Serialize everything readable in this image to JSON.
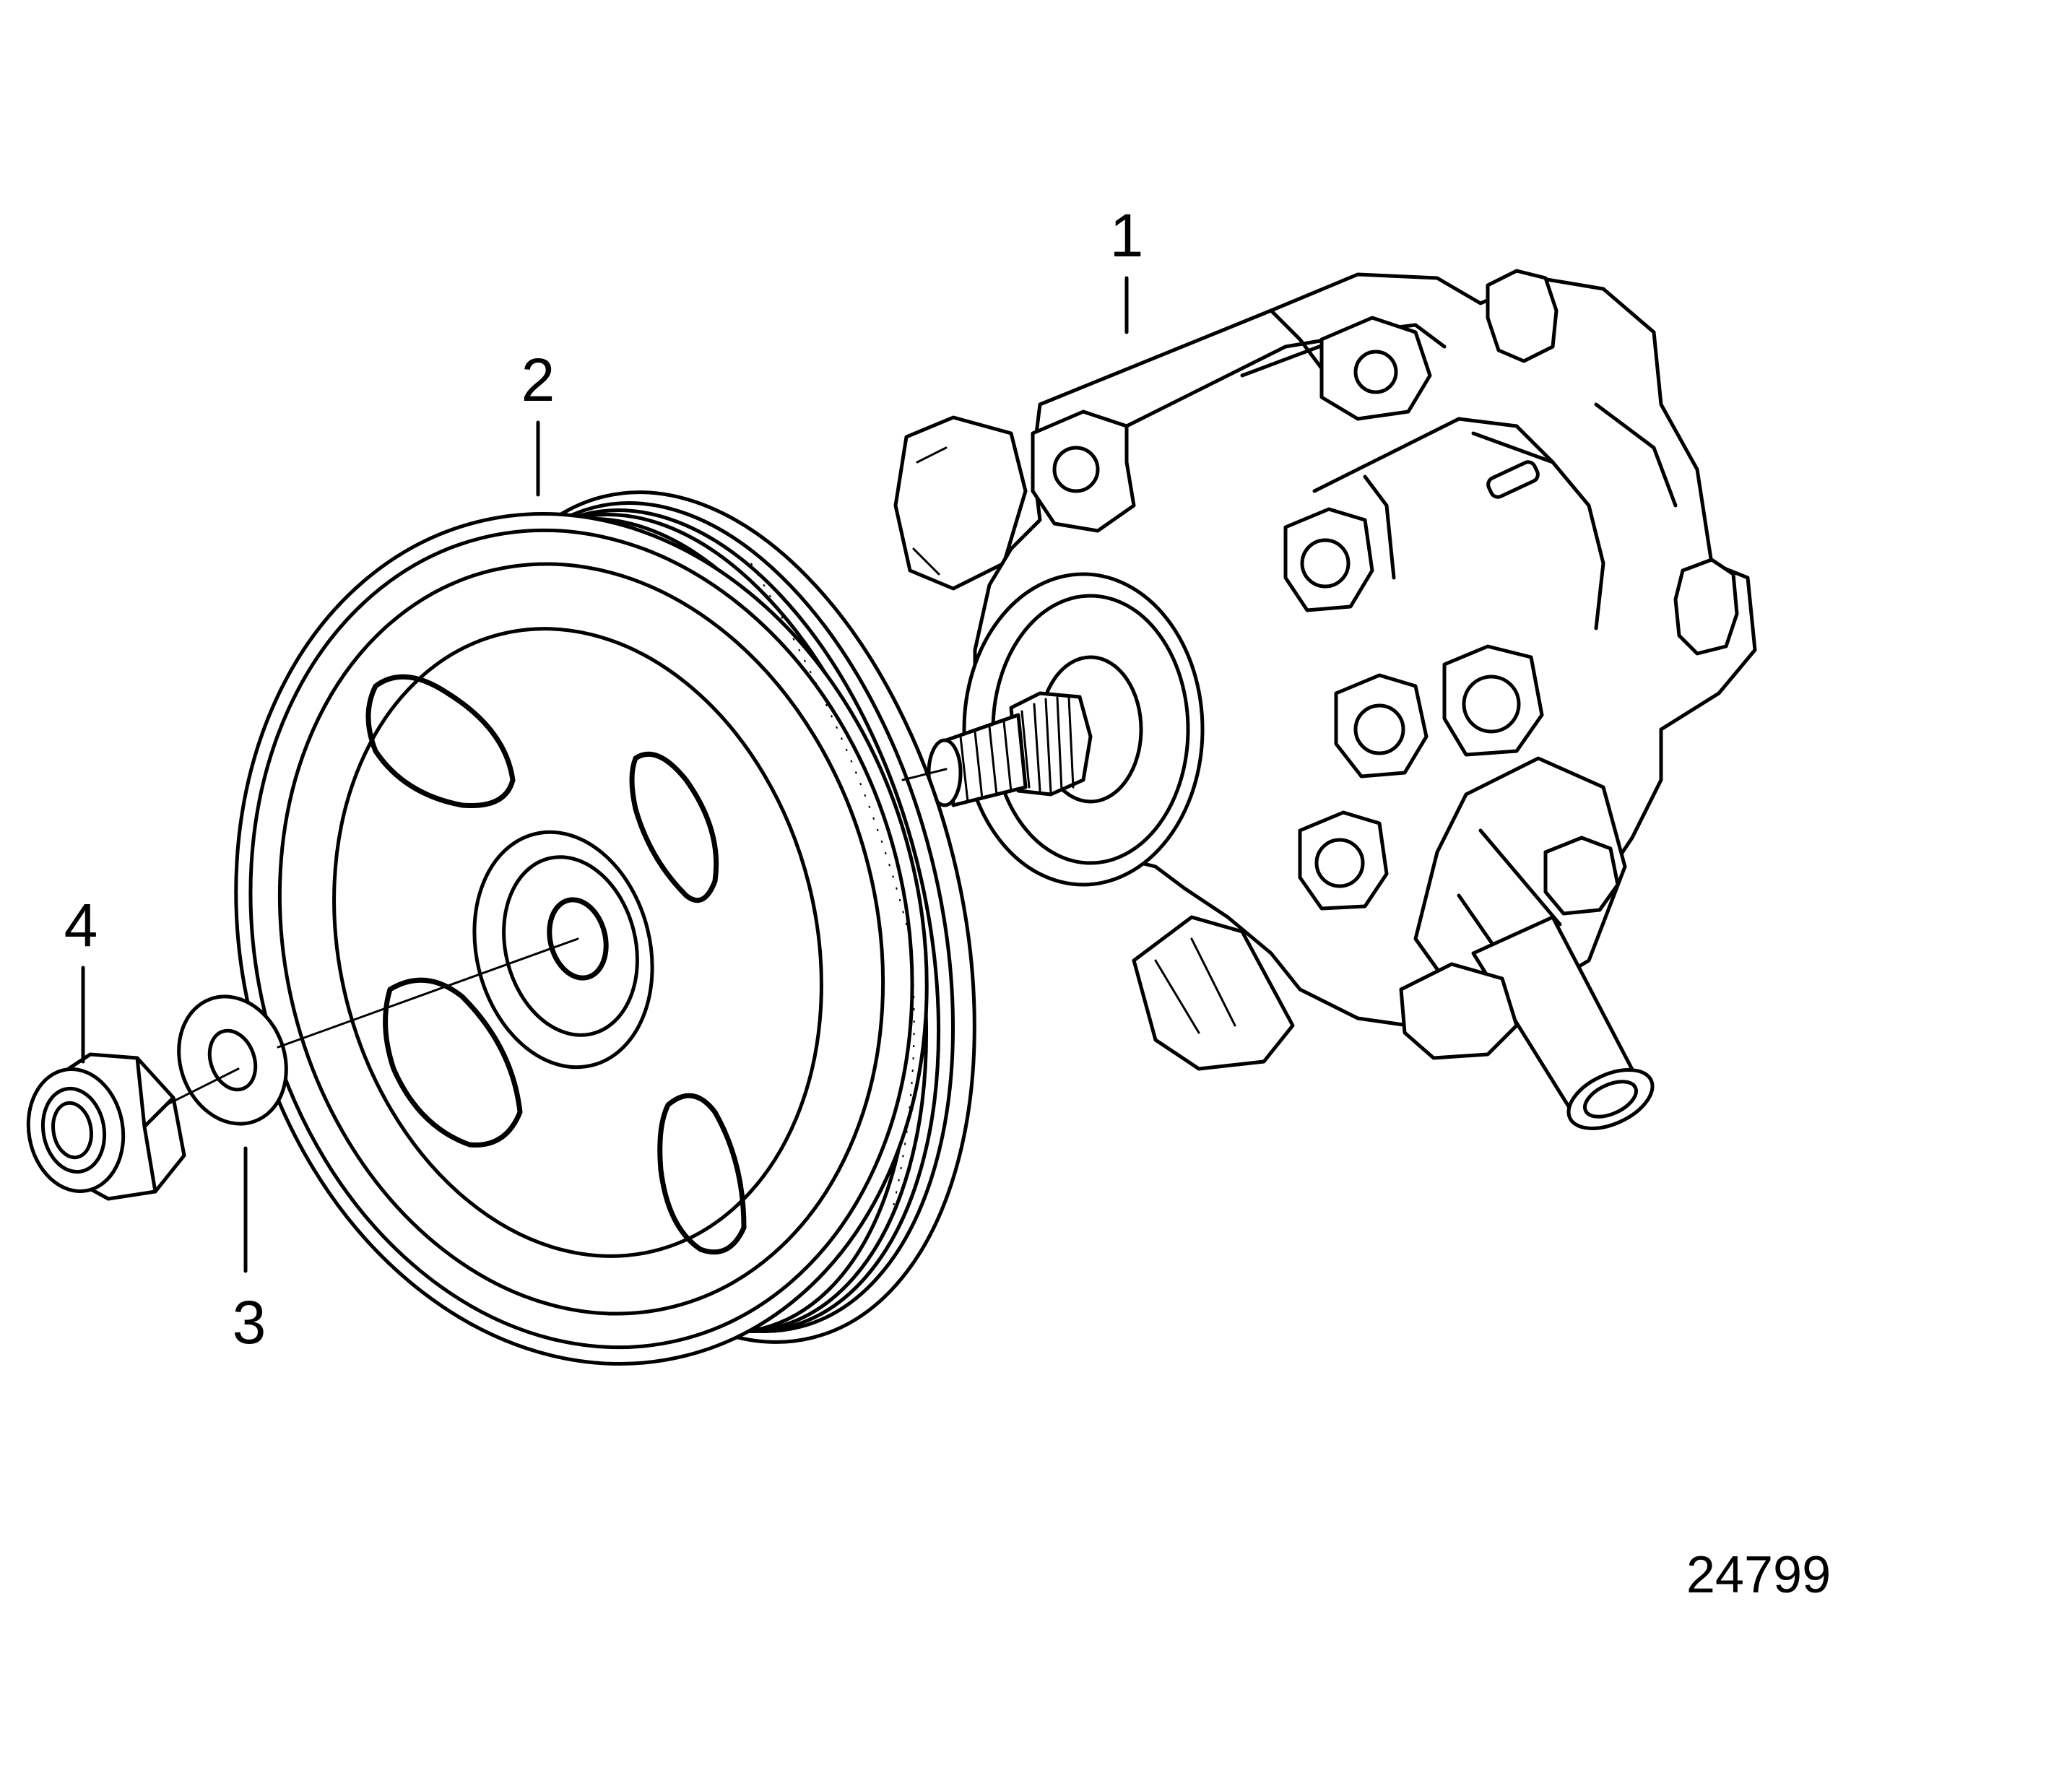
{
  "callouts": [
    {
      "id": "1",
      "part": "power-steering-pump"
    },
    {
      "id": "2",
      "part": "pulley"
    },
    {
      "id": "3",
      "part": "washer"
    },
    {
      "id": "4",
      "part": "nut"
    }
  ],
  "figure_number": "24799"
}
